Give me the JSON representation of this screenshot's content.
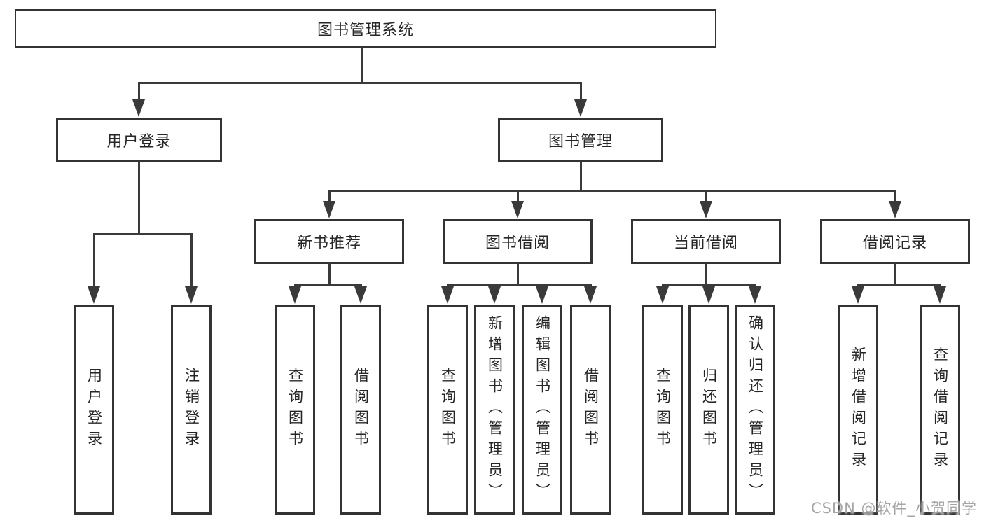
{
  "tree": {
    "root": {
      "label": "图书管理系统",
      "children": [
        {
          "label": "用户登录",
          "children": [
            {
              "label": "用户登录"
            },
            {
              "label": "注销登录"
            }
          ]
        },
        {
          "label": "图书管理",
          "children": [
            {
              "label": "新书推荐",
              "children": [
                {
                  "label": "查询图书"
                },
                {
                  "label": "借阅图书"
                }
              ]
            },
            {
              "label": "图书借阅",
              "children": [
                {
                  "label": "查询图书"
                },
                {
                  "label": "新增图书（管理员）"
                },
                {
                  "label": "编辑图书（管理员）"
                },
                {
                  "label": "借阅图书"
                }
              ]
            },
            {
              "label": "当前借阅",
              "children": [
                {
                  "label": "查询图书"
                },
                {
                  "label": "归还图书"
                },
                {
                  "label": "确认归还（管理员）"
                }
              ]
            },
            {
              "label": "借阅记录",
              "children": [
                {
                  "label": "新增借阅记录"
                },
                {
                  "label": "查询借阅记录"
                }
              ]
            }
          ]
        }
      ]
    }
  },
  "watermark": {
    "text": "CSDN @软件_小贺同学"
  },
  "colors": {
    "line": "#3a3a3a",
    "box_border": "#333333",
    "text": "#262626",
    "watermark": "#a6a6a6",
    "background": "#ffffff"
  }
}
